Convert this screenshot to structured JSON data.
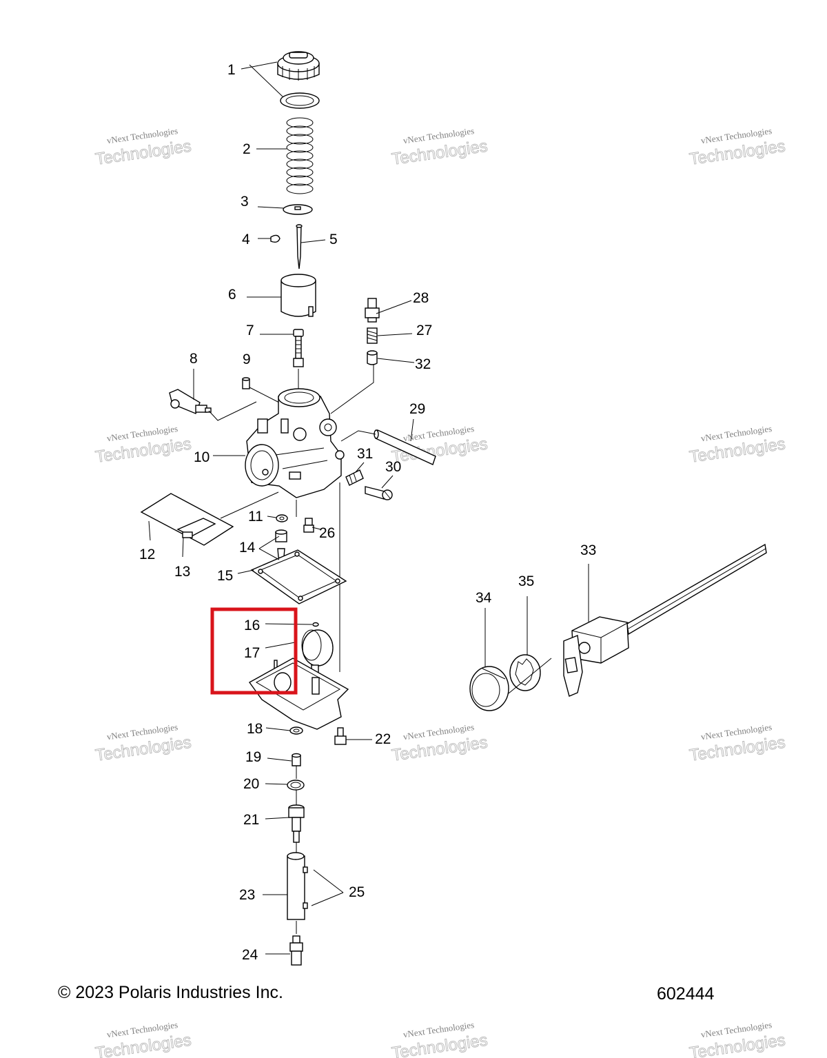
{
  "diagram": {
    "callouts": [
      {
        "id": "c1",
        "text": "1"
      },
      {
        "id": "c2",
        "text": "2"
      },
      {
        "id": "c3",
        "text": "3"
      },
      {
        "id": "c4",
        "text": "4"
      },
      {
        "id": "c5",
        "text": "5"
      },
      {
        "id": "c6",
        "text": "6"
      },
      {
        "id": "c7",
        "text": "7"
      },
      {
        "id": "c8",
        "text": "8"
      },
      {
        "id": "c9",
        "text": "9"
      },
      {
        "id": "c10",
        "text": "10"
      },
      {
        "id": "c11",
        "text": "11"
      },
      {
        "id": "c12",
        "text": "12"
      },
      {
        "id": "c13",
        "text": "13"
      },
      {
        "id": "c14",
        "text": "14"
      },
      {
        "id": "c15",
        "text": "15"
      },
      {
        "id": "c16",
        "text": "16"
      },
      {
        "id": "c17",
        "text": "17"
      },
      {
        "id": "c18",
        "text": "18"
      },
      {
        "id": "c19",
        "text": "19"
      },
      {
        "id": "c20",
        "text": "20"
      },
      {
        "id": "c21",
        "text": "21"
      },
      {
        "id": "c22",
        "text": "22"
      },
      {
        "id": "c23",
        "text": "23"
      },
      {
        "id": "c24",
        "text": "24"
      },
      {
        "id": "c25",
        "text": "25"
      },
      {
        "id": "c26",
        "text": "26"
      },
      {
        "id": "c27",
        "text": "27"
      },
      {
        "id": "c28",
        "text": "28"
      },
      {
        "id": "c29",
        "text": "29"
      },
      {
        "id": "c30",
        "text": "30"
      },
      {
        "id": "c31",
        "text": "31"
      },
      {
        "id": "c32",
        "text": "32"
      },
      {
        "id": "c33",
        "text": "33"
      },
      {
        "id": "c34",
        "text": "34"
      },
      {
        "id": "c35",
        "text": "35"
      }
    ],
    "highlight": {
      "parts": [
        "16",
        "17"
      ],
      "color": "#d9141b"
    }
  },
  "watermark": {
    "line1": "vNext Technologies",
    "line2": "Technologies"
  },
  "footer": {
    "copyright": "© 2023 Polaris Industries Inc.",
    "diagram_number": "602444"
  },
  "colors": {
    "line": "#000000",
    "background": "#ffffff",
    "highlight": "#d9141b"
  }
}
